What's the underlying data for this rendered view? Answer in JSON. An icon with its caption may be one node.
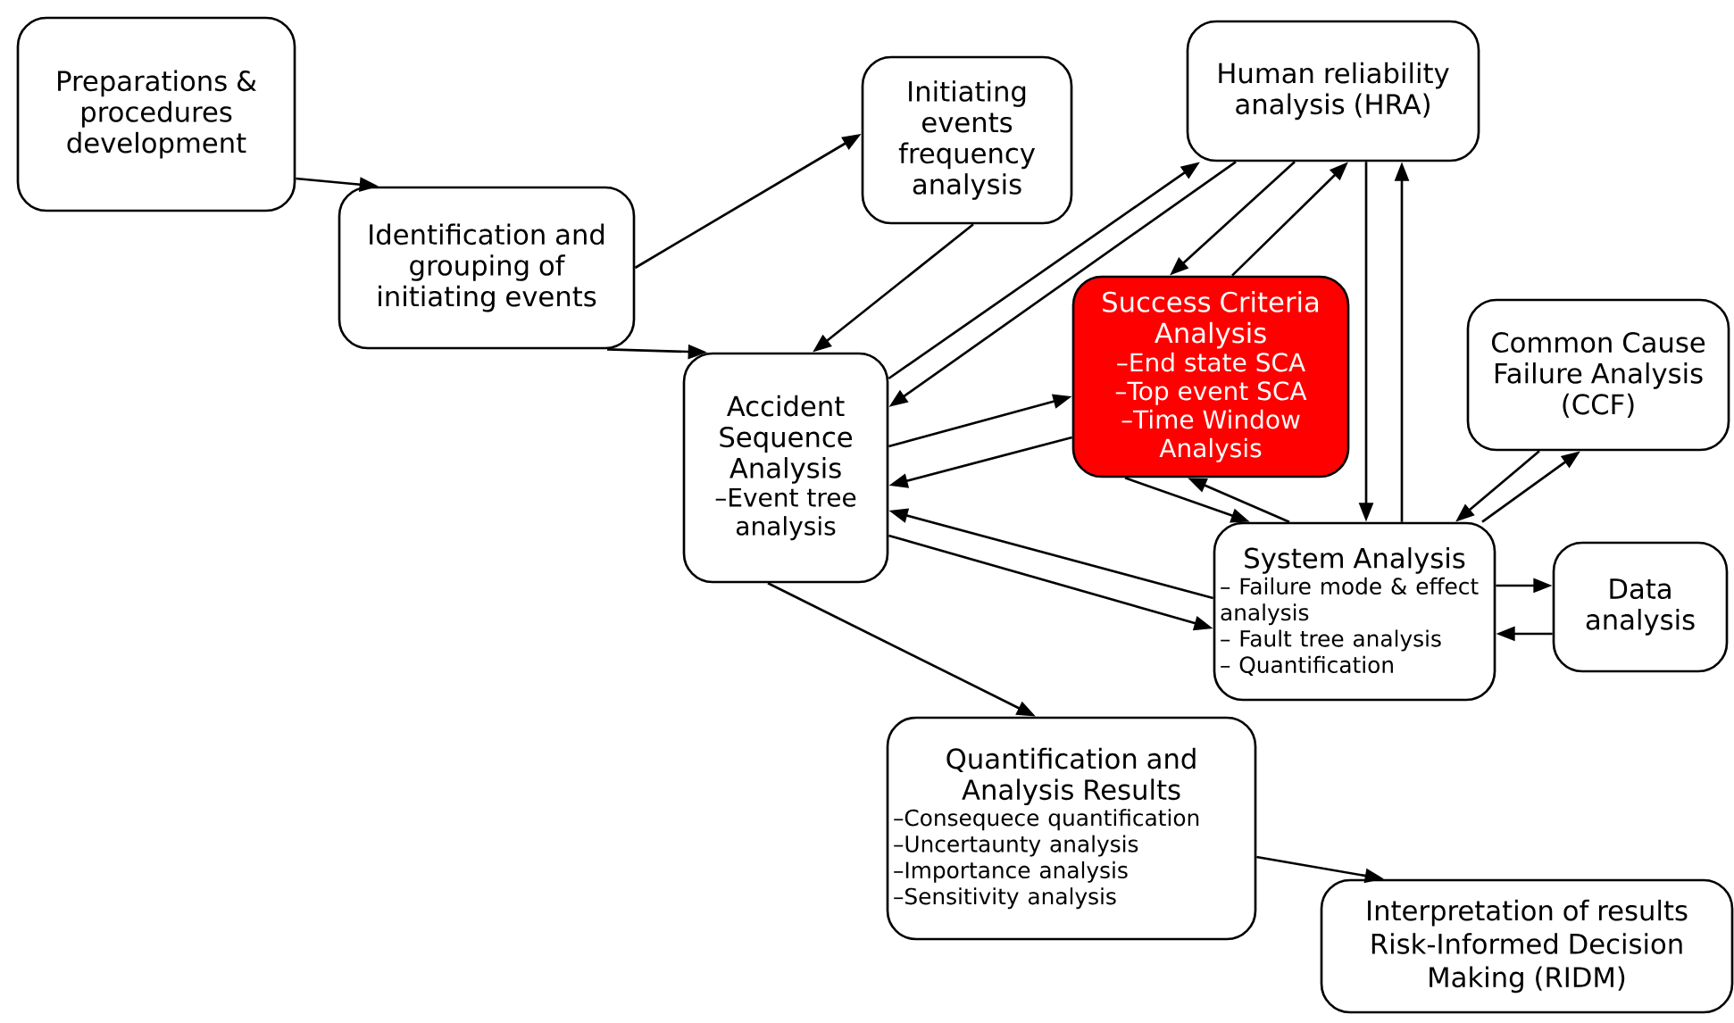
{
  "diagram": {
    "nodes": [
      {
        "text": [
          "Preparations & procedures development"
        ]
      },
      {
        "text": [
          "Identification and grouping of initiating events"
        ]
      },
      {
        "text": [
          "Initiating events frequency analysis"
        ]
      },
      {
        "text": [
          "Human reliability analysis (HRA)"
        ]
      },
      {
        "text": [
          "Success Criteria Analysis",
          "–End state SCA",
          "–Top event SCA",
          "–Time Window Analysis"
        ]
      },
      {
        "text": [
          "Common Cause Failure Analysis (CCF)"
        ]
      },
      {
        "text": [
          "Accident Sequence Analysis",
          "–Event tree analysis"
        ]
      },
      {
        "text": [
          "System Analysis",
          "– Failure mode & effect analysis",
          "– Fault tree analysis",
          "– Quantification"
        ]
      },
      {
        "text": [
          "Data analysis"
        ]
      },
      {
        "text": [
          "Quantification and Analysis Results",
          "–Consequece quantification",
          "–Uncertaunty analysis",
          "–Importance analysis",
          "–Sensitivity analysis"
        ]
      },
      {
        "text": [
          "Interpretation of results",
          "Risk-Informed Decision Making (RIDM)"
        ]
      }
    ],
    "edges": [
      {
        "from": 0,
        "to": 1,
        "arrow": "to"
      },
      {
        "from": 1,
        "to": 2,
        "arrow": "to"
      },
      {
        "from": 1,
        "to": 6,
        "arrow": "to"
      },
      {
        "from": 2,
        "to": 6,
        "arrow": "to"
      },
      {
        "from": 6,
        "to": 3,
        "arrow": "to"
      },
      {
        "from": 3,
        "to": 6,
        "arrow": "to"
      },
      {
        "from": 3,
        "to": 4,
        "arrow": "to"
      },
      {
        "from": 4,
        "to": 3,
        "arrow": "to"
      },
      {
        "from": 6,
        "to": 4,
        "arrow": "to"
      },
      {
        "from": 4,
        "to": 6,
        "arrow": "to"
      },
      {
        "from": 4,
        "to": 7,
        "arrow": "to"
      },
      {
        "from": 7,
        "to": 4,
        "arrow": "to"
      },
      {
        "from": 7,
        "to": 6,
        "arrow": "to"
      },
      {
        "from": 6,
        "to": 7,
        "arrow": "to"
      },
      {
        "from": 3,
        "to": 7,
        "arrow": "to"
      },
      {
        "from": 7,
        "to": 3,
        "arrow": "to"
      },
      {
        "from": 5,
        "to": 7,
        "arrow": "to"
      },
      {
        "from": 7,
        "to": 5,
        "arrow": "to"
      },
      {
        "from": 7,
        "to": 8,
        "arrow": "to"
      },
      {
        "from": 8,
        "to": 7,
        "arrow": "to"
      },
      {
        "from": 6,
        "to": 9,
        "arrow": "to"
      },
      {
        "from": 9,
        "to": 10,
        "arrow": "to"
      }
    ]
  }
}
